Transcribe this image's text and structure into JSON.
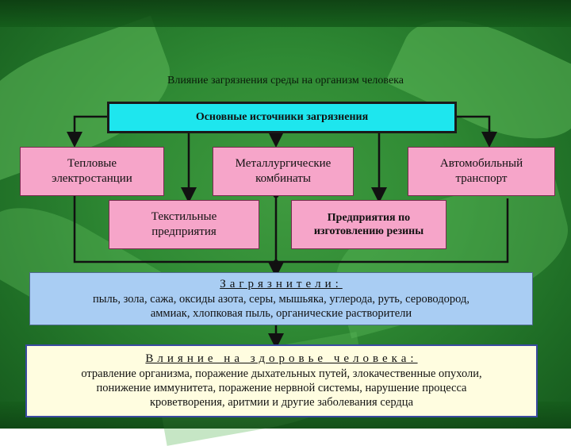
{
  "title": "Влияние загрязнения среды на организм человека",
  "sources_header": "Основные источники загрязнения",
  "sources": [
    {
      "label": "Тепловые\nэлектростанции"
    },
    {
      "label": "Металлургические\nкомбинаты"
    },
    {
      "label": "Автомобильный\nтранспорт"
    },
    {
      "label": "Текстильные\nпредприятия"
    },
    {
      "label": "Предприятия по\nизготовлению резины"
    }
  ],
  "pollutants": {
    "heading": "Загрязнители:",
    "line1": "пыль, зола, сажа, оксиды азота, серы, мышьяка, углерода, руть, сероводород,",
    "line2": "аммиак, хлопковая пыль, органические растворители"
  },
  "health": {
    "heading": "Влияние на здоровье человека:",
    "line1": "отравление организма, поражение дыхательных путей, злокачественные опухоли,",
    "line2": "понижение иммунитета, поражение нервной системы, нарушение процесса",
    "line3": "кроветворения, аритмии и другие заболевания сердца"
  },
  "colors": {
    "background": "#2f8a34",
    "source_box": "#f6a5c9",
    "header_box": "#1ee6ee",
    "pollutants_box": "#a9cdf3",
    "health_box": "#fffde0"
  }
}
